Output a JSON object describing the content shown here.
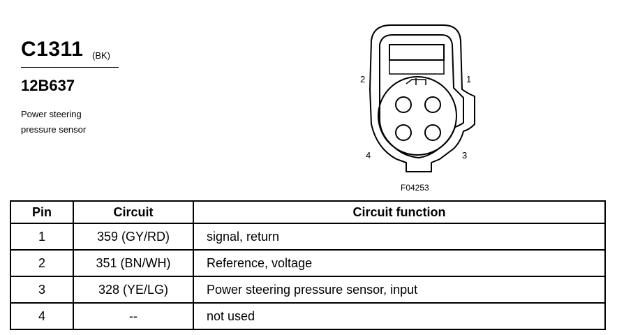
{
  "header": {
    "connector_id": "C1311",
    "color_code": "(BK)",
    "part_number": "12B637",
    "description_line1": "Power steering",
    "description_line2": "pressure sensor"
  },
  "diagram": {
    "pin_labels": [
      "1",
      "2",
      "3",
      "4"
    ],
    "figure_code": "F04253"
  },
  "table": {
    "headers": [
      "Pin",
      "Circuit",
      "Circuit function"
    ],
    "rows": [
      {
        "pin": "1",
        "circuit": "359 (GY/RD)",
        "function": "signal, return"
      },
      {
        "pin": "2",
        "circuit": "351 (BN/WH)",
        "function": "Reference, voltage"
      },
      {
        "pin": "3",
        "circuit": "328 (YE/LG)",
        "function": "Power steering pressure sensor, input"
      },
      {
        "pin": "4",
        "circuit": "--",
        "function": "not used"
      }
    ]
  }
}
